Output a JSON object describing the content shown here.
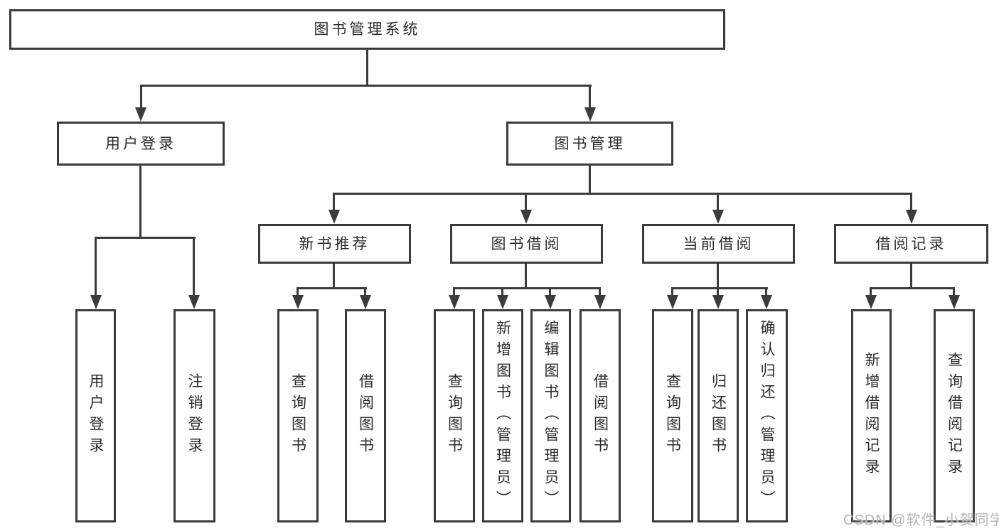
{
  "diagram": {
    "root": {
      "label": "图书管理系统"
    },
    "branches": [
      {
        "label": "用户登录",
        "leaves": [
          "用户登录",
          "注销登录"
        ]
      },
      {
        "label": "图书管理",
        "groups": [
          {
            "label": "新书推荐",
            "leaves": [
              "查询图书",
              "借阅图书"
            ]
          },
          {
            "label": "图书借阅",
            "leaves": [
              "查询图书",
              "新增图书（管理员）",
              "编辑图书（管理员）",
              "借阅图书"
            ]
          },
          {
            "label": "当前借阅",
            "leaves": [
              "查询图书",
              "归还图书",
              "确认归还（管理员）"
            ]
          },
          {
            "label": "借阅记录",
            "leaves": [
              "新增借阅记录",
              "查询借阅记录"
            ]
          }
        ]
      }
    ]
  },
  "watermark": {
    "text": "CSDN @软件_小贺同学"
  },
  "colors": {
    "line": "#3b3b3b",
    "border": "#3b3b3b",
    "text": "#2b2b2b",
    "background": "#ffffff",
    "watermark": "#b5b5b5"
  }
}
